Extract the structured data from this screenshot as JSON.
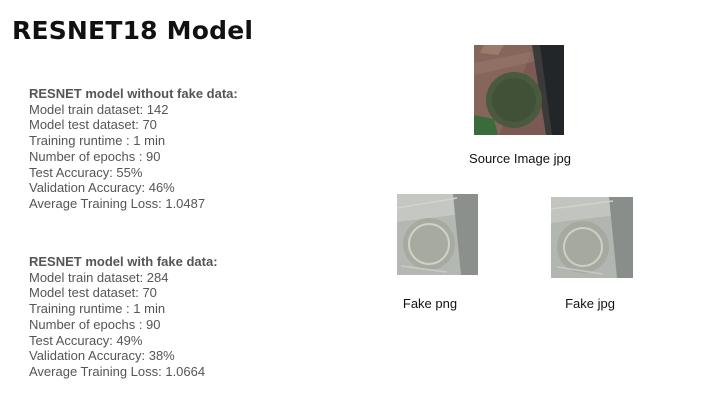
{
  "slide": {
    "title": "RESNET18 Model"
  },
  "without_fake": {
    "heading": "RESNET model without fake data:",
    "lines": [
      "Model train dataset: 142",
      "Model test dataset: 70",
      "Training runtime : 1 min",
      "Number of epochs : 90",
      "Test Accuracy: 55%",
      "Validation Accuracy: 46%",
      "Average Training Loss: 1.0487"
    ]
  },
  "with_fake": {
    "heading": "RESNET model with fake data:",
    "lines": [
      "Model train dataset: 284",
      "Model test dataset: 70",
      "Training runtime : 1 min",
      "Number of epochs : 90",
      "Test Accuracy: 49%",
      "Validation Accuracy: 38%",
      "Average Training Loss: 1.0664"
    ]
  },
  "images": {
    "source_caption": "Source Image jpg",
    "fake_png_caption": "Fake png",
    "fake_jpg_caption": "Fake jpg"
  },
  "colors": {
    "title": "#111111",
    "body_text": "#555555",
    "caption": "#111111"
  }
}
